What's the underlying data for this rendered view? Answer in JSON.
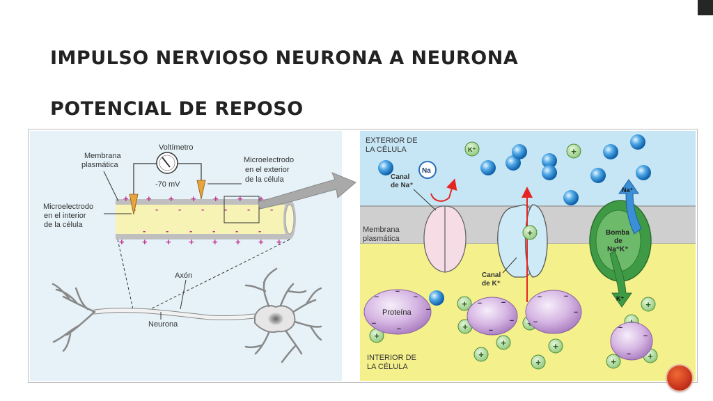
{
  "slide": {
    "title_line1": "IMPULSO NERVIOSO  NEURONA  A NEURONA",
    "title_line2": "POTENCIAL DE REPOSO",
    "slide_number": ""
  },
  "left_panel": {
    "voltmeter": "Voltímetro",
    "membrane_l1": "Membrana",
    "membrane_l2": "plasmática",
    "reading": "-70 mV",
    "micro_ext_l1": "Microelectrodo",
    "micro_ext_l2": "en el exterior",
    "micro_ext_l3": "de la célula",
    "micro_int_l1": "Microelectrodo",
    "micro_int_l2": "en el interior",
    "micro_int_l3": "de la célula",
    "axon": "Axón",
    "neuron": "Neurona",
    "plus": "+",
    "minus": "-"
  },
  "right_panel": {
    "exterior_l1": "EXTERIOR DE",
    "exterior_l2": "LA CÉLULA",
    "interior_l1": "INTERIOR DE",
    "interior_l2": "LA CÉLULA",
    "membrane_l1": "Membrana",
    "membrane_l2": "plasmática",
    "na_channel_l1": "Canal",
    "na_channel_l2": "de Na⁺",
    "k_channel_l1": "Canal",
    "k_channel_l2": "de K⁺",
    "pump_l1": "Bomba",
    "pump_l2": "de",
    "pump_l3": "Na⁺K⁺",
    "na_ion": "Na",
    "na_pump_label": "Na⁺",
    "k_ion": "K⁺",
    "k_pump_label": "K⁺",
    "protein": "Proteína",
    "plus": "+",
    "minus": "−"
  },
  "colors": {
    "exterior_bg": "#c6e6f5",
    "interior_bg": "#f4f08c",
    "membrane": "#c9c9c9",
    "axon_fill": "#f6f3b4",
    "protein": "#c9a5d9",
    "k_ion": "#9bcf86",
    "na_ion": "#1f7fd1",
    "pump_green": "#3f9a45",
    "pump_blue": "#3b8fd6",
    "red": "#e52521"
  }
}
